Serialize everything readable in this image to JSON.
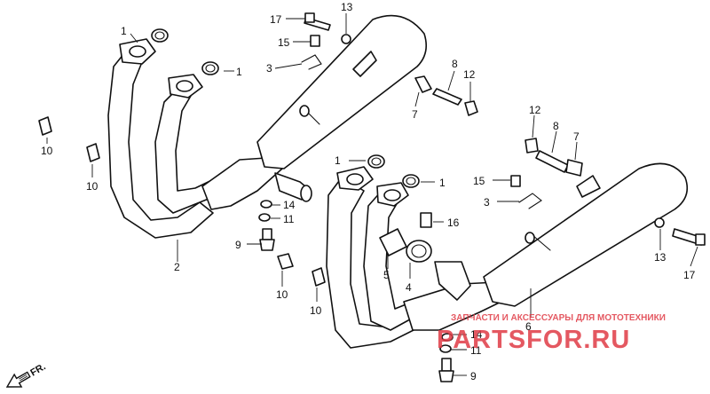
{
  "labels": {
    "l1a": "1",
    "l1b": "1",
    "l1c": "1",
    "l1d": "1",
    "l17a": "17",
    "l13a": "13",
    "l15a": "15",
    "l3a": "3",
    "l8a": "8",
    "l12a": "12",
    "l7a": "7",
    "l10a": "10",
    "l10b": "10",
    "l10c": "10",
    "l10d": "10",
    "l14a": "14",
    "l11a": "11",
    "l9a": "9",
    "l2": "2",
    "l12b": "12",
    "l8b": "8",
    "l7b": "7",
    "l15b": "15",
    "l3b": "3",
    "l16": "16",
    "l5": "5",
    "l4": "4",
    "l13b": "13",
    "l17b": "17",
    "l6": "6",
    "l14b": "14",
    "l11b": "11",
    "l9b": "9"
  },
  "front_arrow": "FR.",
  "watermark": {
    "tagline": "ЗАПЧАСТИ И АКСЕССУАРЫ ДЛЯ МОТОТЕХНИКИ",
    "brand": "PARTSFOR.RU",
    "color": "#e03c46"
  }
}
